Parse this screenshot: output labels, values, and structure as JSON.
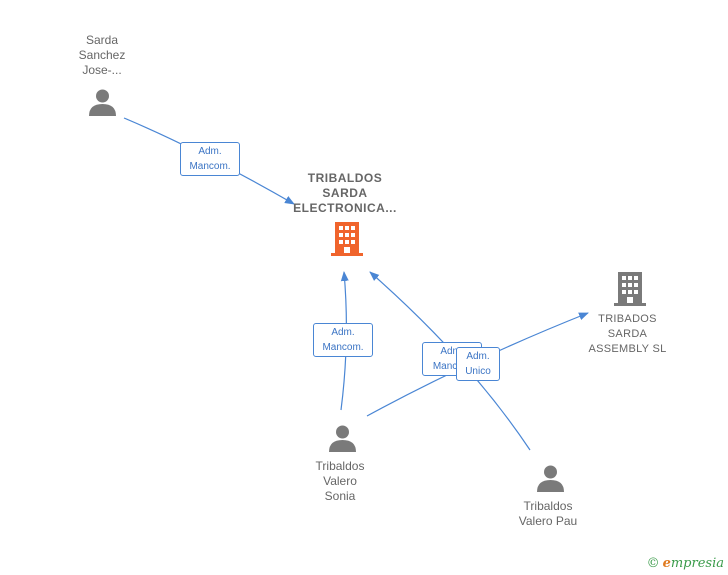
{
  "colors": {
    "edge": "#4a86d4",
    "person_icon": "#7a7a7a",
    "company_main_icon": "#f0642c",
    "company_icon": "#7a7a7a",
    "label_text": "#666666"
  },
  "nodes": {
    "sarda_sanchez": {
      "label": "Sarda\nSanchez\nJose-..."
    },
    "tribaldos_electronica": {
      "label": "TRIBALDOS\nSARDA\nELECTRONICA..."
    },
    "tribados_assembly": {
      "label": "TRIBADOS\nSARDA\nASSEMBLY  SL"
    },
    "valero_sonia": {
      "label": "Tribaldos\nValero\nSonia"
    },
    "valero_pau": {
      "label": "Tribaldos\nValero Pau"
    }
  },
  "edges": {
    "sarda_to_electronica": {
      "label": "Adm.\nMancom."
    },
    "sonia_to_electronica": {
      "label": "Adm.\nMancom."
    },
    "pau_to_electronica": {
      "label": "Adm.\nManco..."
    },
    "sonia_to_assembly": {
      "label": "Adm.\nUnico"
    }
  },
  "brand": {
    "copyright": "©",
    "name_first": "e",
    "name_rest": "mpresia"
  }
}
